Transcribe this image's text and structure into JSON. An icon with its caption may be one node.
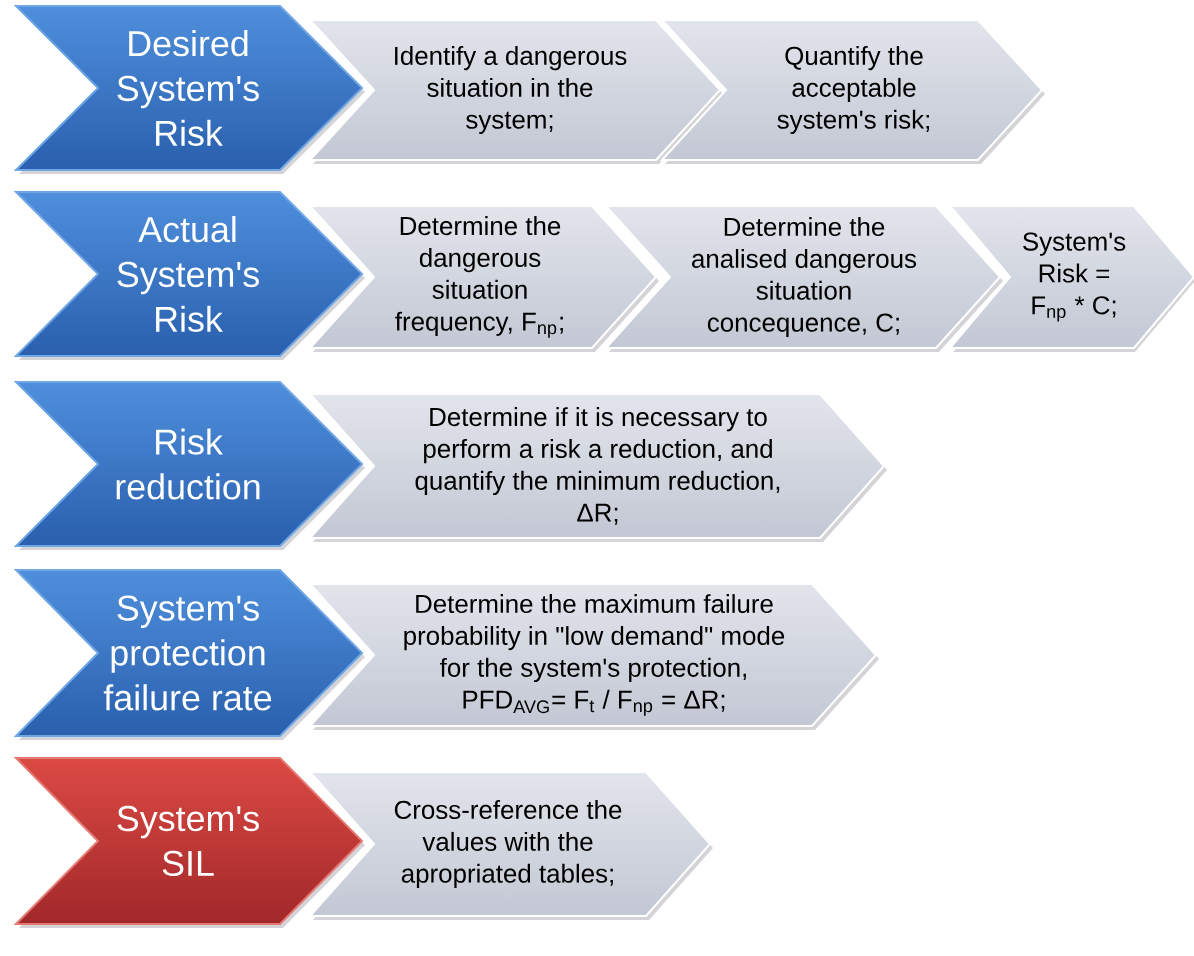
{
  "diagram": {
    "nodes": [
      {
        "text": [
          "Desired System's Risk"
        ]
      },
      {
        "text": [
          "Identify a dangerous situation in the system;"
        ]
      },
      {
        "text": [
          "Quantify the acceptable system's risk;"
        ]
      },
      {
        "text": [
          "Actual System's Risk"
        ]
      },
      {
        "text": [
          "Determine the dangerous situation frequency, F$_{np}$;"
        ]
      },
      {
        "text": [
          "Determine the analised dangerous situation concequence, C;"
        ]
      },
      {
        "text": [
          "System's Risk = F$_{np}$ * C;"
        ]
      },
      {
        "text": [
          "Risk reduction"
        ]
      },
      {
        "text": [
          "Determine if it is necessary to perform a risk a reduction, and quantify the minimum reduction, ΔR;"
        ]
      },
      {
        "text": [
          "System's protection failure rate"
        ]
      },
      {
        "text": [
          "Determine the maximum failure probability in \"low demand\" mode for the system's protection, PFD$_{AVG}$= F$_{t}$ / F$_{np}$ = ΔR;"
        ]
      },
      {
        "text": [
          "System's SIL"
        ]
      },
      {
        "text": [
          "Cross-reference the values with the apropriated tables;"
        ]
      }
    ]
  }
}
